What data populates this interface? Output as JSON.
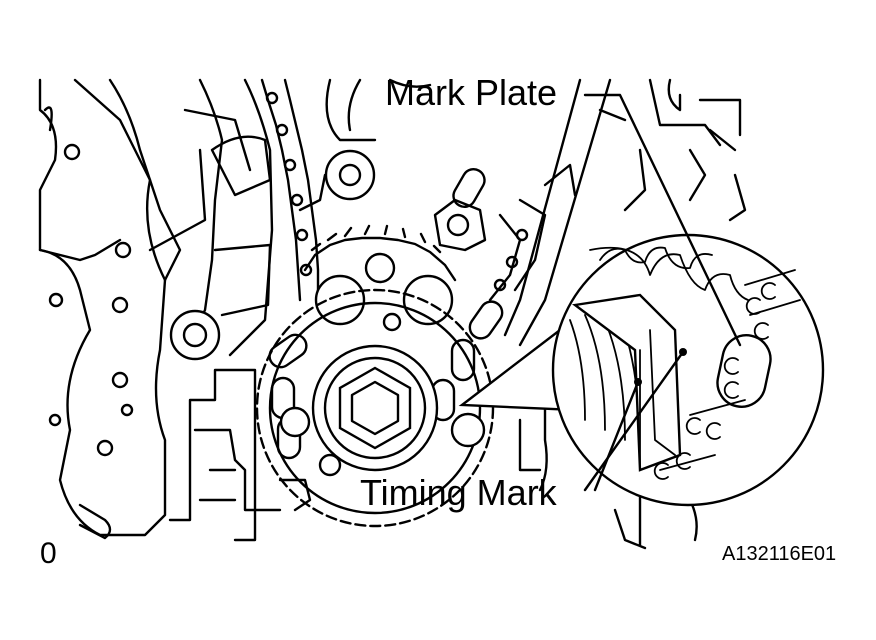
{
  "labels": {
    "mark_plate": "Mark Plate",
    "timing_mark": "Timing Mark",
    "figure_code": "A132116E01",
    "corner_mark": "0"
  },
  "parts": {
    "sprocket": "crankshaft-timing-sprocket",
    "chain": "timing-chain",
    "detail": "magnified-detail-circle"
  },
  "colors": {
    "line": "#000000",
    "background": "#ffffff"
  }
}
